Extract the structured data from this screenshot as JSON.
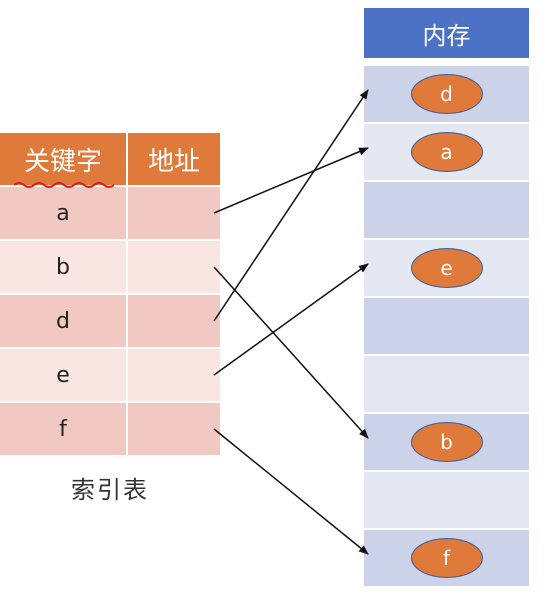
{
  "index_table": {
    "headers": {
      "key": "关键字",
      "address": "地址"
    },
    "rows": [
      {
        "key": "a",
        "address": ""
      },
      {
        "key": "b",
        "address": ""
      },
      {
        "key": "d",
        "address": ""
      },
      {
        "key": "e",
        "address": ""
      },
      {
        "key": "f",
        "address": ""
      }
    ],
    "caption": "索引表"
  },
  "memory": {
    "title": "内存",
    "cells": [
      "d",
      "a",
      "",
      "e",
      "",
      "",
      "b",
      "",
      "f"
    ]
  },
  "pointers": [
    {
      "from": "a",
      "to_cell": 1
    },
    {
      "from": "b",
      "to_cell": 6
    },
    {
      "from": "d",
      "to_cell": 0
    },
    {
      "from": "e",
      "to_cell": 3
    },
    {
      "from": "f",
      "to_cell": 8
    }
  ],
  "colors": {
    "table_header": "#e07a3a",
    "table_row_dark": "#f2c9c2",
    "table_row_light": "#f9e6e2",
    "memory_header": "#4b72c4",
    "memory_cell_dark": "#ccd3e8",
    "memory_cell_light": "#e4e8f3",
    "oval_fill": "#e07a3a",
    "squiggle": "#d42020"
  }
}
